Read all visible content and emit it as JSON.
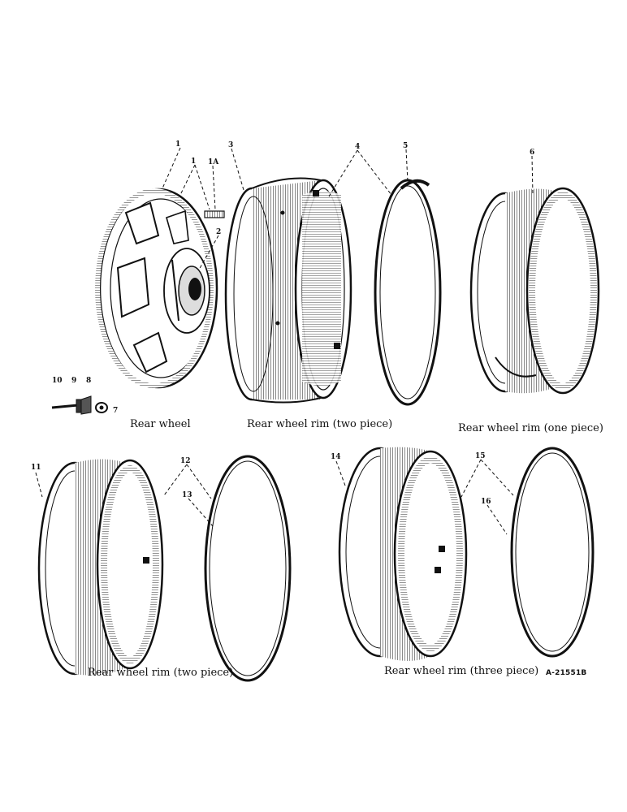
{
  "captions": {
    "rear_wheel": "Rear wheel",
    "rim_two_piece_top": "Rear wheel rim (two piece)",
    "rim_one_piece": "Rear wheel rim (one piece)",
    "rim_two_piece_bottom": "Rear wheel rim (two piece)",
    "rim_three_piece": "Rear wheel rim (three piece)"
  },
  "reference_code": "A-21551B",
  "callouts": {
    "c1a": "1",
    "c1b": "1",
    "c1A": "1A",
    "c2": "2",
    "c3": "3",
    "c4": "4",
    "c5": "5",
    "c6": "6",
    "c7": "7",
    "c8": "8",
    "c9": "9",
    "c10": "10",
    "c11": "11",
    "c12": "12",
    "c13": "13",
    "c14": "14",
    "c15": "15",
    "c16": "16"
  },
  "colors": {
    "ink": "#111111",
    "paper": "#ffffff",
    "shade": "#2a2a2a"
  }
}
